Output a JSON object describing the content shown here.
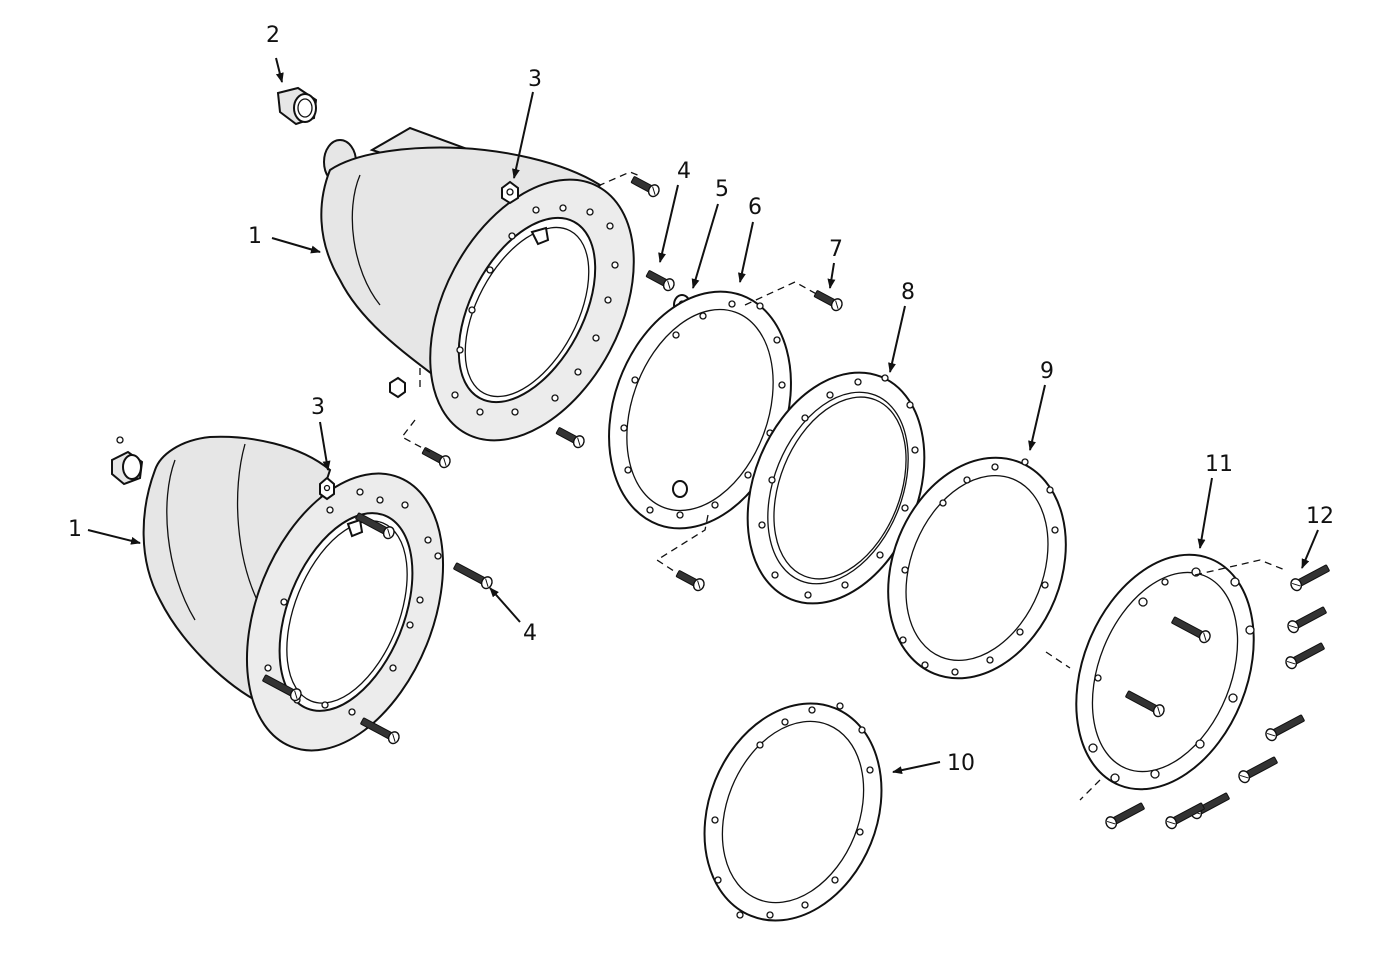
{
  "callouts": [
    {
      "id": "c2",
      "label": "2"
    },
    {
      "id": "c3a",
      "label": "3"
    },
    {
      "id": "c1a",
      "label": "1"
    },
    {
      "id": "c4a",
      "label": "4"
    },
    {
      "id": "c5",
      "label": "5"
    },
    {
      "id": "c6",
      "label": "6"
    },
    {
      "id": "c7",
      "label": "7"
    },
    {
      "id": "c8",
      "label": "8"
    },
    {
      "id": "c9",
      "label": "9"
    },
    {
      "id": "c3b",
      "label": "3"
    },
    {
      "id": "c1b",
      "label": "1"
    },
    {
      "id": "c4b",
      "label": "4"
    },
    {
      "id": "c11",
      "label": "11"
    },
    {
      "id": "c12",
      "label": "12"
    },
    {
      "id": "c10",
      "label": "10"
    }
  ],
  "colors": {
    "line": "#111111",
    "part_fill": "#e6e6e6",
    "background": "#ffffff"
  }
}
